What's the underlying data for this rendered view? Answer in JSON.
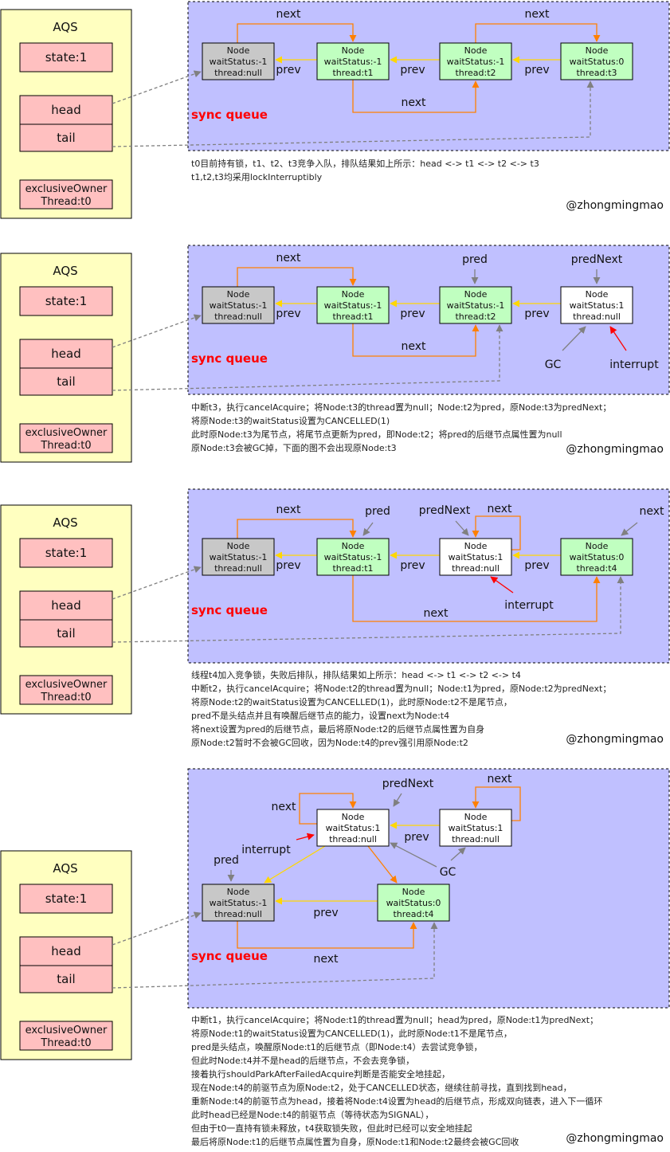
{
  "colors": {
    "aqs_fill": "#ffffc0",
    "aqs_field_fill": "#ffc0c0",
    "queue_fill": "#c0c0ff",
    "node_gray": "#c8c8c8",
    "node_green": "#c0ffc0",
    "node_white": "#ffffff",
    "next_arrow": "#ff8000",
    "prev_arrow": "#ffd700",
    "label_arrow": "#808080",
    "interrupt_arrow": "#ff0000",
    "sync_queue_text": "#ff0000"
  },
  "aqs": {
    "title": "AQS",
    "state": "state:1",
    "head": "head",
    "tail": "tail",
    "owner_line1": "exclusiveOwner",
    "owner_line2": "Thread:t0"
  },
  "sync_queue_label": "sync queue",
  "signature": "@zhongmingmao",
  "node_title": "Node",
  "labels": {
    "next": "next",
    "prev": "prev",
    "pred": "pred",
    "pred_next": "predNext",
    "gc": "GC",
    "interrupt": "interrupt"
  },
  "panels": [
    {
      "nodes": [
        {
          "id": "n0",
          "status": "waitStatus:-1",
          "thread": "thread:null",
          "color": "gray"
        },
        {
          "id": "n1",
          "status": "waitStatus:-1",
          "thread": "thread:t1",
          "color": "green"
        },
        {
          "id": "n2",
          "status": "waitStatus:-1",
          "thread": "thread:t2",
          "color": "green"
        },
        {
          "id": "n3",
          "status": "waitStatus:0",
          "thread": "thread:t3",
          "color": "green"
        }
      ],
      "description": [
        "t0目前持有锁，t1、t2、t3竞争入队，排队结果如上所示：head <-> t1 <-> t2 <-> t3",
        "t1,t2,t3均采用lockInterruptibly"
      ]
    },
    {
      "nodes": [
        {
          "id": "n0",
          "status": "waitStatus:-1",
          "thread": "thread:null",
          "color": "gray"
        },
        {
          "id": "n1",
          "status": "waitStatus:-1",
          "thread": "thread:t1",
          "color": "green"
        },
        {
          "id": "n2",
          "status": "waitStatus:-1",
          "thread": "thread:t2",
          "color": "green"
        },
        {
          "id": "n3",
          "status": "waitStatus:1",
          "thread": "thread:null",
          "color": "white"
        }
      ],
      "description": [
        "中断t3，执行cancelAcquire；将Node:t3的thread置为null；Node:t2为pred，原Node:t3为predNext；",
        "将原Node:t3的waitStatus设置为CANCELLED(1)",
        "此时原Node:t3为尾节点，将尾节点更新为pred，即Node:t2；将pred的后继节点属性置为null",
        "原Node:t3会被GC掉，下面的图不会出现原Node:t3"
      ]
    },
    {
      "nodes": [
        {
          "id": "n0",
          "status": "waitStatus:-1",
          "thread": "thread:null",
          "color": "gray"
        },
        {
          "id": "n1",
          "status": "waitStatus:-1",
          "thread": "thread:t1",
          "color": "green"
        },
        {
          "id": "n2",
          "status": "waitStatus:1",
          "thread": "thread:null",
          "color": "white"
        },
        {
          "id": "n3",
          "status": "waitStatus:0",
          "thread": "thread:t4",
          "color": "green"
        }
      ],
      "description": [
        "线程t4加入竞争锁，失败后排队，排队结果如上所示：head <-> t1 <-> t2 <-> t4",
        "中断t2，执行cancelAcquire；将Node:t2的thread置为null；Node:t1为pred，原Node:t2为predNext；",
        "将原Node:t2的waitStatus设置为CANCELLED(1)，此时原Node:t2不是尾节点，",
        "pred不是头结点并且有唤醒后继节点的能力，设置next为Node:t4",
        "将next设置为pred的后继节点，最后将原Node:t2的后继节点属性置为自身",
        "原Node:t2暂时不会被GC回收，因为Node:t4的prev强引用原Node:t2"
      ]
    },
    {
      "nodes": [
        {
          "id": "n0",
          "status": "waitStatus:-1",
          "thread": "thread:null",
          "color": "gray"
        },
        {
          "id": "n1",
          "status": "waitStatus:1",
          "thread": "thread:null",
          "color": "white"
        },
        {
          "id": "n2",
          "status": "waitStatus:1",
          "thread": "thread:null",
          "color": "white"
        },
        {
          "id": "n3",
          "status": "waitStatus:0",
          "thread": "thread:t4",
          "color": "green"
        }
      ],
      "description": [
        "中断t1，执行cancelAcquire；将Node:t1的thread置为null；head为pred，原Node:t1为predNext；",
        "将原Node:t1的waitStatus设置为CANCELLED(1)，此时原Node:t1不是尾节点，",
        "pred是头结点，唤醒原Node:t1的后继节点（即Node:t4）去尝试竞争锁，",
        "但此时Node:t4并不是head的后继节点，不会去竞争锁，",
        "接着执行shouldParkAfterFailedAcquire判断是否能安全地挂起，",
        "现在Node:t4的前驱节点为原Node:t2，处于CANCELLED状态，继续往前寻找，直到找到head，",
        "重新Node:t4的前驱节点为head，接着将Node:t4设置为head的后继节点，形成双向链表，进入下一循环",
        "此时head已经是Node:t4的前驱节点（等待状态为SIGNAL），",
        "但由于t0一直持有锁未释放，t4获取锁失败，但此时已经可以安全地挂起",
        "最后将原Node:t1的后继节点属性置为自身，原Node:t1和Node:t2最终会被GC回收"
      ]
    }
  ]
}
